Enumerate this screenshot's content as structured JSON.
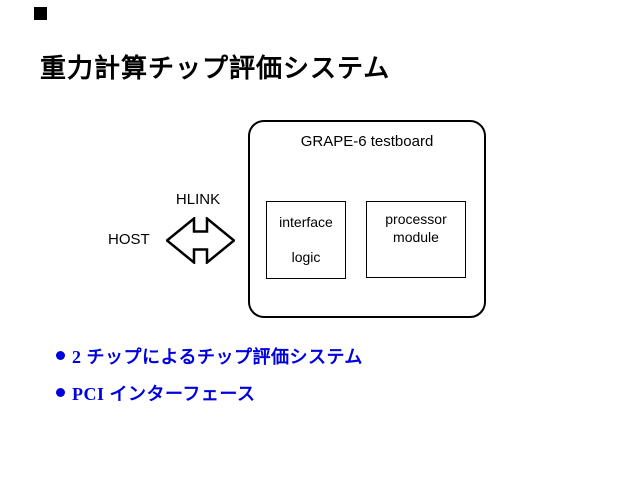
{
  "slide": {
    "title": "重力計算チップ評価システム"
  },
  "diagram": {
    "board_label": "GRAPE-6 testboard",
    "host_label": "HOST",
    "link_label": "HLINK",
    "interface_box": {
      "line1": "interface",
      "line2": "logic"
    },
    "processor_box": {
      "line1": "processor",
      "line2": "module"
    }
  },
  "bullets": [
    {
      "text": "2 チップによるチップ評価システム"
    },
    {
      "text": "PCI インターフェース"
    }
  ],
  "colors": {
    "bullet_blue": "#0000DD",
    "line_black": "#000000",
    "background": "#ffffff"
  }
}
